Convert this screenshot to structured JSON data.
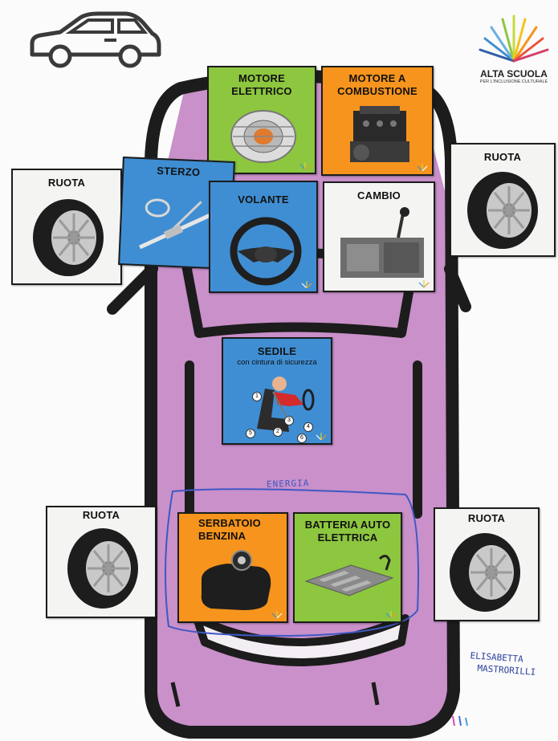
{
  "brand": {
    "line1": "ALTA SCUOLA",
    "line2": "PER L'INCLUSIONE CULTURALE"
  },
  "cards": {
    "motore_elettrico": "MOTORE ELETTRICO",
    "motore_combustione": "MOTORE A COMBUSTIONE",
    "sterzo": "STERZO",
    "volante": "VOLANTE",
    "cambio": "CAMBIO",
    "sedile": "SEDILE",
    "sedile_sub": "con cintura di sicurezza",
    "serbatoio": "SERBATOIO BENZINA",
    "batteria": "BATTERIA AUTO ELETTRICA",
    "ruota": "RUOTA"
  },
  "labels": {
    "energia": "ENERGIA",
    "author1": "ELISABETTA",
    "author2": "MASTRORILLI"
  },
  "seat_numbers": [
    "1",
    "2",
    "3",
    "4",
    "5",
    "6"
  ],
  "colors": {
    "green": "#8dc63f",
    "orange": "#f7941d",
    "blue": "#3f8ed3",
    "magenta": "#b86bb8",
    "outline": "#1c1c1c"
  }
}
